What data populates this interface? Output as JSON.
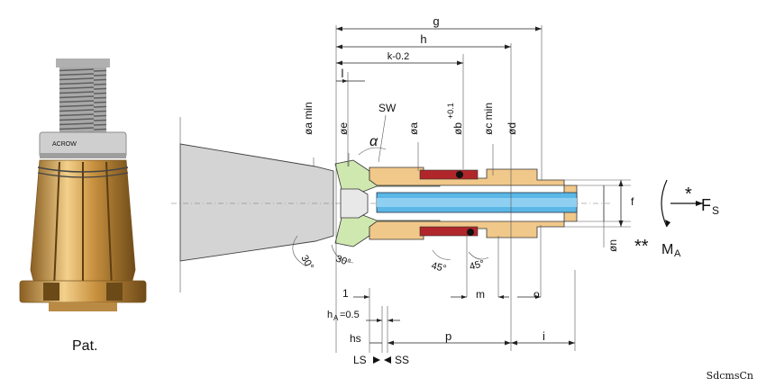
{
  "product_photo": {
    "brand_text": "ACROW",
    "caption": "Pat."
  },
  "dimensions": {
    "g": "g",
    "h": "h",
    "k": "k-0.2",
    "l": "l",
    "sw": "SW",
    "a_min": "øa min",
    "e": "øe",
    "alpha": "α",
    "a": "øa",
    "b": "øb",
    "b_tol": "+0.1",
    "c_min": "øc min",
    "d": "ød",
    "f": "f",
    "n": "øn",
    "angle_30_left": "30°",
    "angle_30_right": "30°",
    "angle_45_left": "45°",
    "angle_45_right": "45°",
    "one": "1",
    "hA_prefix": "h",
    "hA_sub": "A",
    "hA_value": "=0.5",
    "hs": "hs",
    "p": "p",
    "i": "i",
    "m": "m",
    "o": "o"
  },
  "legend": {
    "ls": "LS",
    "ss": "SS"
  },
  "forces": {
    "fs_star": "*",
    "fs_label": "F",
    "fs_sub": "S",
    "ma_star": "**",
    "ma_label": "M",
    "ma_sub": "A"
  },
  "watermark": "SdcmsCn",
  "colors": {
    "brass": "#d9a35b",
    "brass_light": "#f0c88a",
    "collet_green": "#cfe8b0",
    "seal_red": "#b0262a",
    "coolant_blue": "#5bb8e6",
    "spindle_grey": "#d4d4d4"
  }
}
